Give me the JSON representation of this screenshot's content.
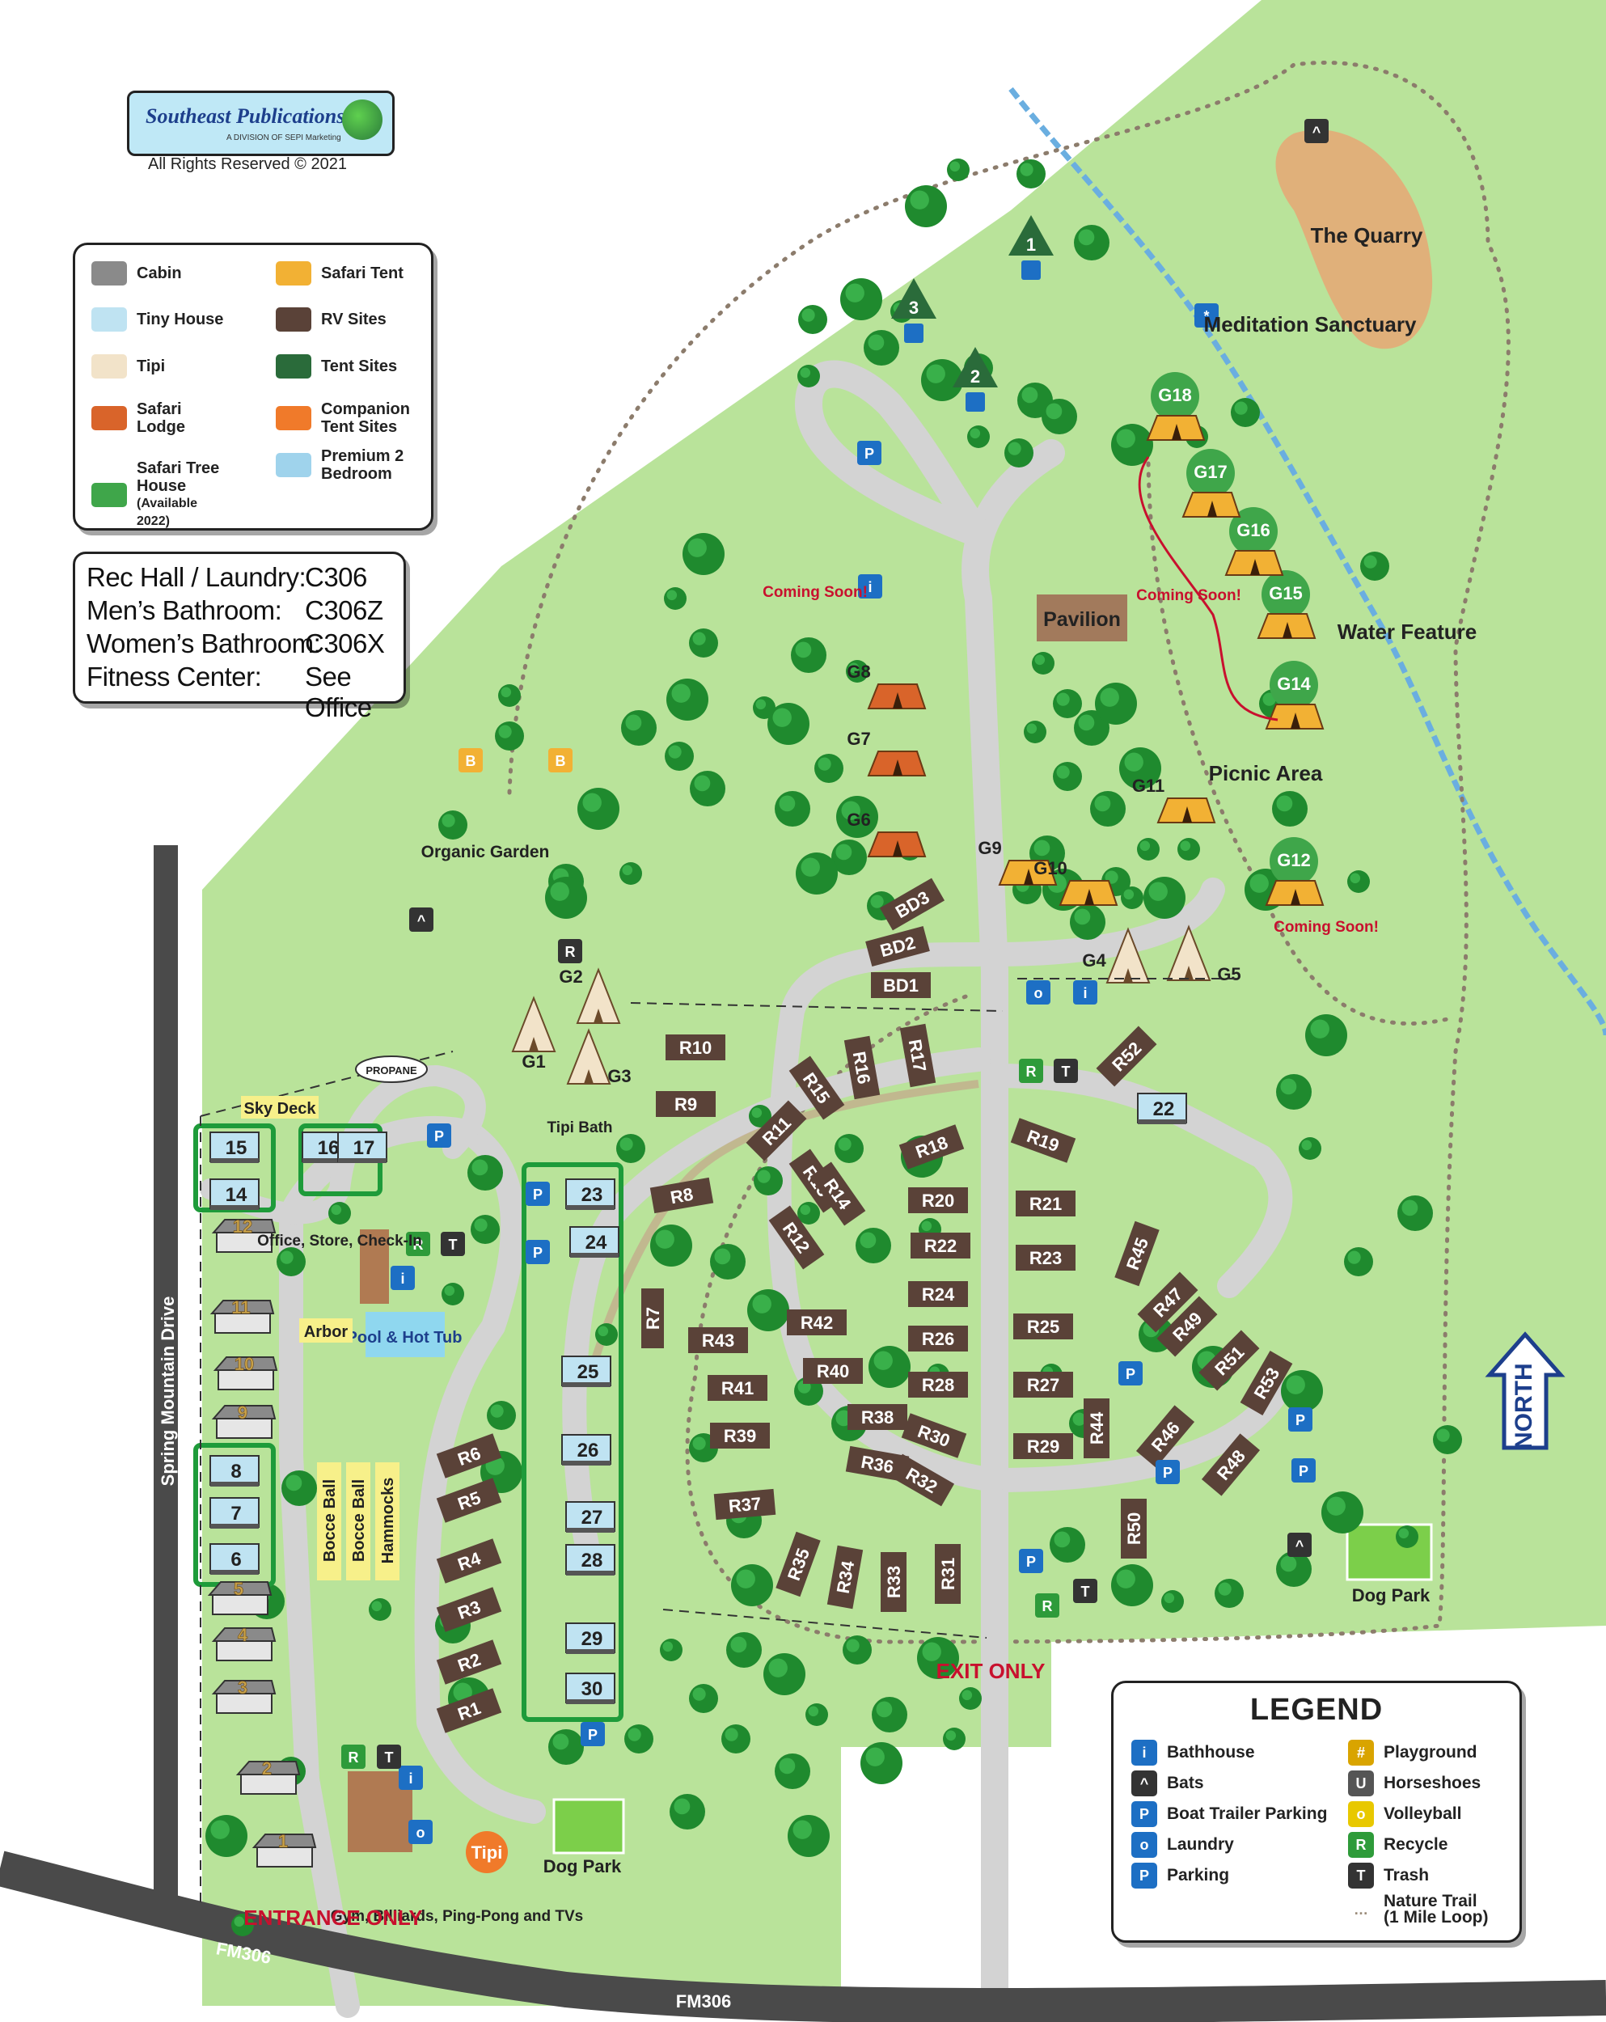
{
  "publisher": {
    "name": "Southeast Publications",
    "division": "A DIVISION OF SEPI Marketing",
    "copyright": "All Rights Reserved © 2021"
  },
  "lodging_legend": [
    {
      "icon": "cabin-icon",
      "label": "Cabin"
    },
    {
      "icon": "tiny-house-icon",
      "label": "Tiny House"
    },
    {
      "icon": "tipi-icon",
      "label": "Tipi"
    },
    {
      "icon": "safari-lodge-icon",
      "label": "Safari Lodge"
    },
    {
      "icon": "safari-tree-house-icon",
      "label": "Safari Tree House",
      "note": "(Available 2022)"
    },
    {
      "icon": "safari-tent-icon",
      "label": "Safari Tent"
    },
    {
      "icon": "rv-site-icon",
      "label": "RV Sites"
    },
    {
      "icon": "tent-site-icon",
      "label": "Tent Sites"
    },
    {
      "icon": "companion-tent-icon",
      "label": "Companion Tent Sites"
    },
    {
      "icon": "premium-bedroom-icon",
      "label": "Premium 2 Bedroom"
    }
  ],
  "codes": [
    {
      "label": "Rec Hall / Laundry:",
      "value": "C306"
    },
    {
      "label": "Men’s Bathroom:",
      "value": "C306Z"
    },
    {
      "label": "Women’s Bathroom:",
      "value": "C306X"
    },
    {
      "label": "Fitness Center:",
      "value": "See Office"
    }
  ],
  "legend": {
    "title": "LEGEND",
    "items": [
      {
        "icon": "bathhouse-icon",
        "label": "Bathhouse",
        "color": "#1d6fc4"
      },
      {
        "icon": "bats-icon",
        "label": "Bats",
        "color": "#333333"
      },
      {
        "icon": "boat-trailer-icon",
        "label": "Boat Trailer Parking",
        "color": "#1d6fc4"
      },
      {
        "icon": "laundry-icon",
        "label": "Laundry",
        "color": "#1d6fc4"
      },
      {
        "icon": "parking-icon",
        "label": "Parking",
        "color": "#1d6fc4"
      },
      {
        "icon": "playground-icon",
        "label": "Playground",
        "color": "#d9a400"
      },
      {
        "icon": "horseshoes-icon",
        "label": "Horseshoes",
        "color": "#555555"
      },
      {
        "icon": "volleyball-icon",
        "label": "Volleyball",
        "color": "#e8c800"
      },
      {
        "icon": "recycle-icon",
        "label": "Recycle",
        "color": "#2e9b3a"
      },
      {
        "icon": "trash-icon",
        "label": "Trash",
        "color": "#333333"
      },
      {
        "icon": "nature-trail-icon",
        "label": "Nature Trail",
        "note": "(1 Mile Loop)",
        "color": "#9a8a78"
      }
    ]
  },
  "roads": {
    "fm": "FM306",
    "spring": "Spring Mountain Drive",
    "entrance": "ENTRANCE ONLY",
    "exit": "EXIT ONLY"
  },
  "places": {
    "quarry": "The Quarry",
    "meditation": "Meditation Sanctuary",
    "water": "Water Feature",
    "pavilion": "Pavilion",
    "picnic": "Picnic Area",
    "garden": "Organic Garden",
    "skydeck": "Sky Deck",
    "propane": "PROPANE",
    "office": "Office, Store, Check-In",
    "arbor": "Arbor",
    "pool": "Pool & Hot Tub",
    "tipibath": "Tipi Bath",
    "gym": "Gym, Billiards, Ping-Pong and TVs",
    "tipi": "Tipi",
    "dogpark": "Dog Park",
    "coming": "Coming Soon!",
    "north": "NORTH",
    "bocce1": "Bocce Ball",
    "bocce2": "Bocce Ball",
    "hammocks": "Hammocks"
  },
  "colors": {
    "grass": "#b9e39a",
    "road": "#d3d3d3",
    "rv": "#5a4238",
    "highlight": "#1e9b3a",
    "tent": "#2a6b3a",
    "red": "#c8102e",
    "blue": "#1d6fc4"
  },
  "tent_sites": [
    "1",
    "2",
    "3"
  ],
  "rv_sites": [
    "R1",
    "R2",
    "R3",
    "R4",
    "R5",
    "R6",
    "R7",
    "R8",
    "R9",
    "R10",
    "R11",
    "R12",
    "R13",
    "R14",
    "R15",
    "R16",
    "R17",
    "R18",
    "R19",
    "R20",
    "R21",
    "R22",
    "R23",
    "R24",
    "R25",
    "R26",
    "R27",
    "R28",
    "R29",
    "R30",
    "R31",
    "R32",
    "R33",
    "R34",
    "R35",
    "R36",
    "R37",
    "R38",
    "R39",
    "R40",
    "R41",
    "R42",
    "R43",
    "R44",
    "R45",
    "R46",
    "R47",
    "R48",
    "R49",
    "R50",
    "R51",
    "R52",
    "R53",
    "BD1",
    "BD2",
    "BD3"
  ],
  "glamping": [
    "G1",
    "G2",
    "G3",
    "G4",
    "G5",
    "G6",
    "G7",
    "G8",
    "G9",
    "G10",
    "G11",
    "G12",
    "G14",
    "G15",
    "G16",
    "G17",
    "G18"
  ],
  "cabins": [
    "1",
    "2",
    "3",
    "4",
    "5",
    "9",
    "10",
    "11",
    "12"
  ],
  "tiny_houses": [
    "6",
    "7",
    "8",
    "14",
    "15",
    "16",
    "17",
    "22",
    "23",
    "24",
    "25",
    "26",
    "27",
    "28",
    "29",
    "30"
  ]
}
